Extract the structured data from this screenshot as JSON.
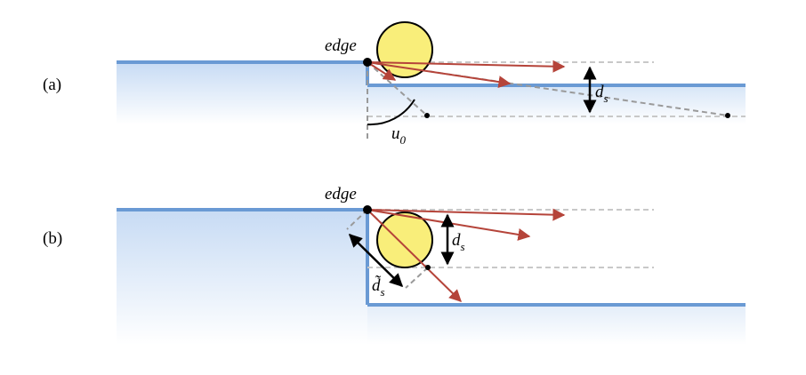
{
  "panels": [
    {
      "label": "(a)",
      "edge_label": "edge",
      "distance_label": "d",
      "distance_subscript": "s",
      "angle_label": "u",
      "angle_subscript": "0"
    },
    {
      "label": "(b)",
      "edge_label": "edge",
      "distance_label": "d",
      "distance_subscript": "s",
      "projected_distance_label": "d̃",
      "projected_distance_subscript": "s"
    }
  ],
  "colors": {
    "surface": "#6a9ad4",
    "surface_fill": "#dbe8f8",
    "ray": "#b5443a",
    "sun_fill": "#f9ee7a",
    "sun_stroke": "#000000",
    "guide": "#9a9a9a",
    "reference_line": "#c8c8c8",
    "marker": "#000000"
  }
}
